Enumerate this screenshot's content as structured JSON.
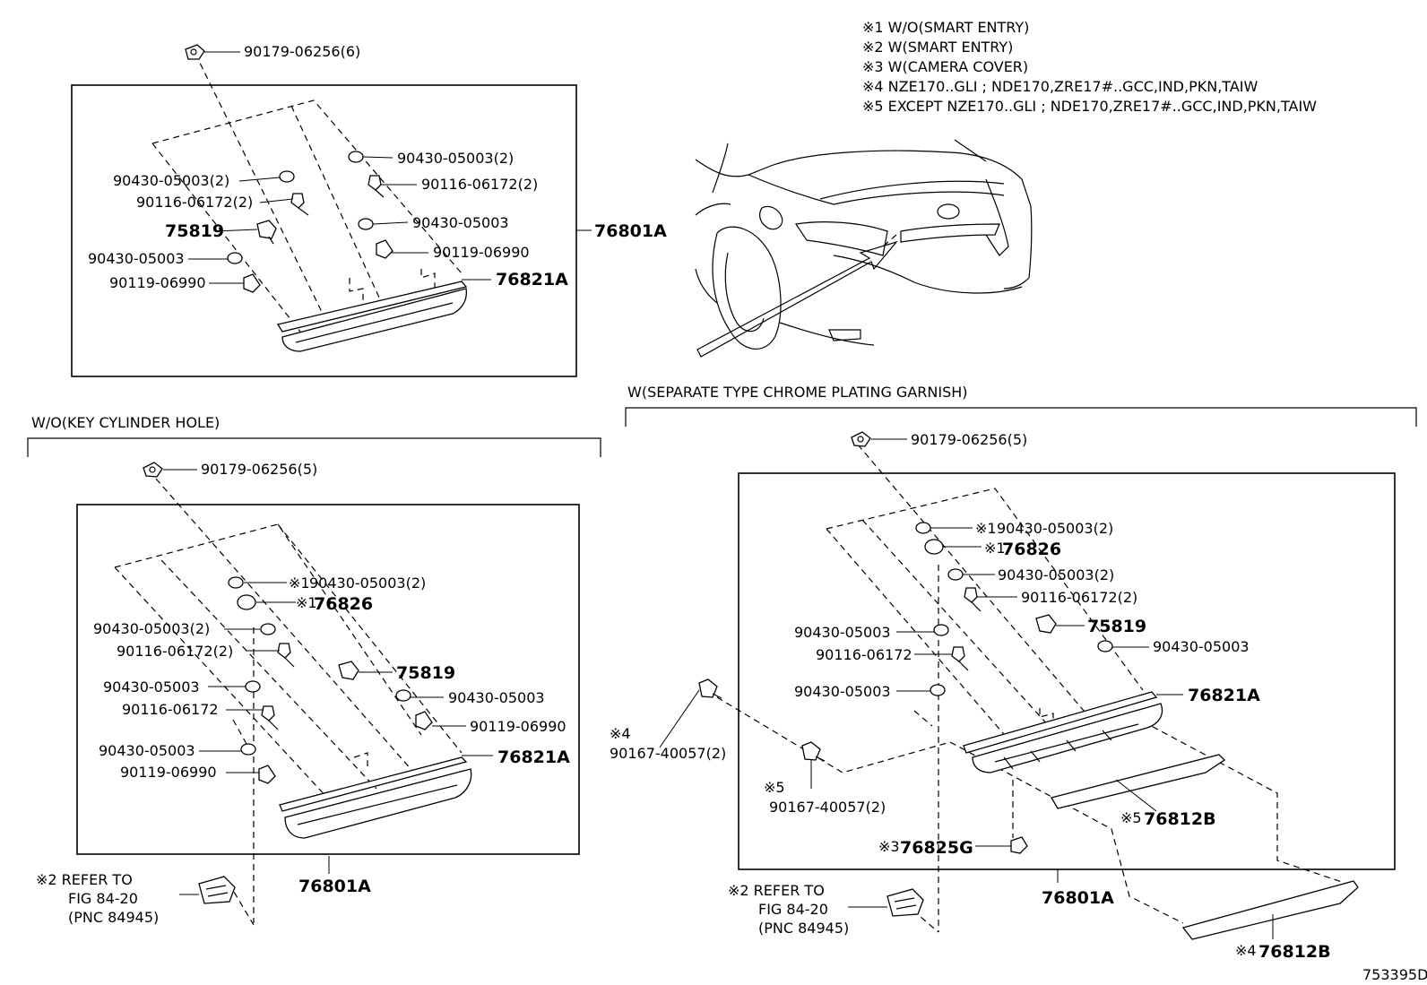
{
  "notes": [
    "※1 W/O(SMART ENTRY)",
    "※2 W(SMART ENTRY)",
    "※3 W(CAMERA COVER)",
    "※4  NZE170..GLI ; NDE170,ZRE17#..GCC,IND,PKN,TAIW",
    "※5  EXCEPT NZE170..GLI ; NDE170,ZRE17#..GCC,IND,PKN,TAIW"
  ],
  "section_labels": {
    "wo_key_cylinder": "W/O(KEY CYLINDER HOLE)",
    "w_separate_garnish": "W(SEPARATE TYPE CHROME PLATING GARNISH)"
  },
  "top_left": {
    "p1": "90179-06256(6)",
    "p2": "90430-05003(2)",
    "p3": "90430-05003(2)",
    "p4": "90116-06172(2)",
    "p5": "90116-06172(2)",
    "p6": "75819",
    "p7": "90430-05003",
    "p8": "90430-05003",
    "p9": "90119-06990",
    "p10": "90119-06990",
    "p11": "76821A",
    "assembly": "76801A"
  },
  "bottom_left": {
    "p1": "90179-06256(5)",
    "m1a": "※1",
    "p2": "90430-05003(2)",
    "m1b": "※1",
    "p3": "76826",
    "p4": "90430-05003(2)",
    "p5": "90116-06172(2)",
    "p6": "75819",
    "p7": "90430-05003",
    "p8": "90430-05003",
    "p9": "90116-06172",
    "p10": "90119-06990",
    "p11": "90430-05003",
    "p12": "76821A",
    "p13": "90119-06990",
    "assembly": "76801A",
    "refer1": "※2 REFER TO",
    "refer2": "FIG 84-20",
    "refer3": "(PNC 84945)"
  },
  "bottom_right": {
    "p1": "90179-06256(5)",
    "m1a": "※1",
    "p2": "90430-05003(2)",
    "m1b": "※1",
    "p3": "76826",
    "p4": "90430-05003(2)",
    "p5": "90116-06172(2)",
    "p6": "75819",
    "p7": "90430-05003",
    "p8": "90430-05003",
    "p9": "90116-06172",
    "p10": "90430-05003",
    "p11": "76821A",
    "m4": "※4",
    "p12": "90167-40057(2)",
    "m5": "※5",
    "p13": "90167-40057(2)",
    "m5b": "※5",
    "p14": "76812B",
    "m3": "※3",
    "p15": "76825G",
    "assembly": "76801A",
    "m4b": "※4",
    "p16": "76812B",
    "refer1": "※2 REFER TO",
    "refer2": "FIG 84-20",
    "refer3": "(PNC 84945)"
  },
  "figure_id": "753395D"
}
